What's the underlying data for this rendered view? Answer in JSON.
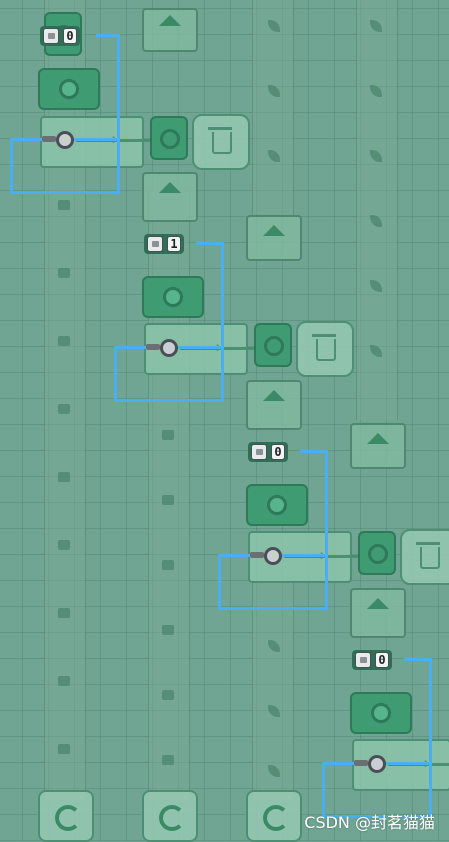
{
  "colors": {
    "background": "#6fa592",
    "belt": "#78aa96",
    "building": "#3f9b72",
    "wire": "#4aaef0"
  },
  "counters": [
    {
      "id": "counter-1",
      "value": "0"
    },
    {
      "id": "counter-2",
      "value": "1"
    },
    {
      "id": "counter-3",
      "value": "0"
    },
    {
      "id": "counter-4",
      "value": "0"
    }
  ],
  "icons": [
    "trash-icon",
    "refresh-icon",
    "up-arrow-icon",
    "lever-icon",
    "item-chip-icon"
  ],
  "watermark": "CSDN @封茗猫猫"
}
